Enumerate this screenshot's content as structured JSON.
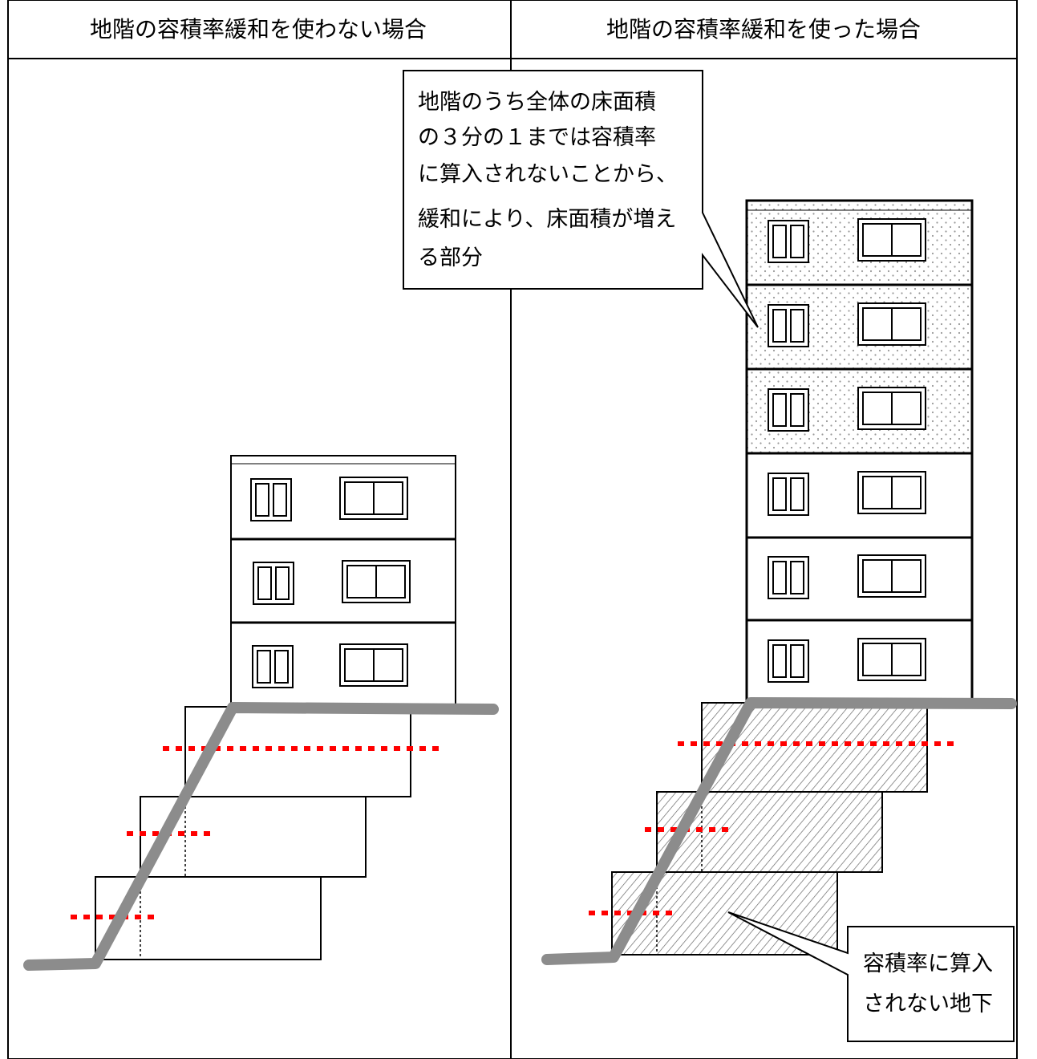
{
  "headers": {
    "left": "地階の容積率緩和を使わない場合",
    "right": "地階の容積率緩和を使った場合"
  },
  "callout_top": {
    "lines": [
      "地階のうち全体の床面積",
      "の３分の１までは容積率",
      "に算入されないことから、",
      "緩和により、床面積が増え",
      "る部分"
    ]
  },
  "callout_bottom": {
    "lines": [
      "容積率に算入",
      "されない地下"
    ]
  },
  "diagram": {
    "left": {
      "above_ground_floors": 3,
      "basement_levels": 3
    },
    "right": {
      "above_ground_floors": 6,
      "bonus_floors": 3,
      "basement_levels": 3
    }
  },
  "colors": {
    "ground_line": "#8c8c8c",
    "dotted_level_line": "#ff0000",
    "outline": "#000000",
    "hatch": "#666666",
    "dot_fill": "#999999"
  }
}
